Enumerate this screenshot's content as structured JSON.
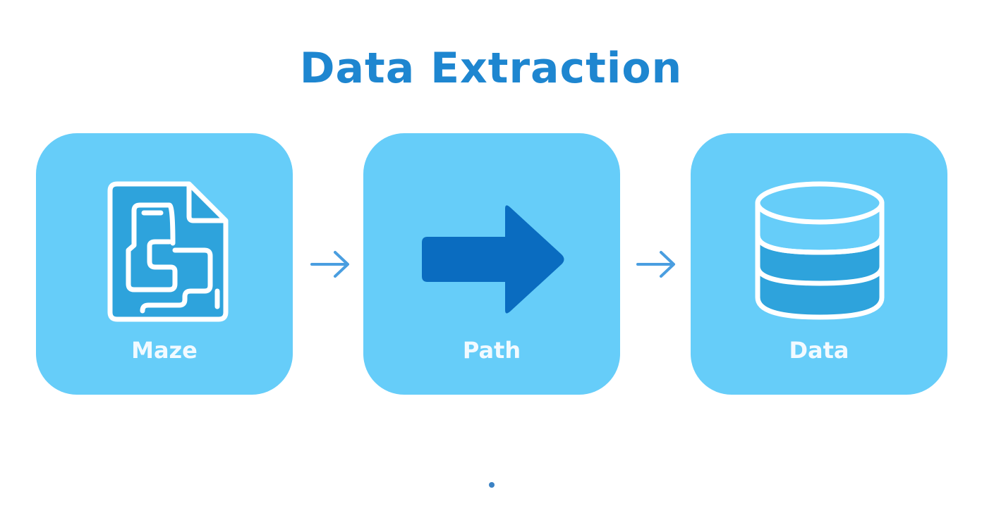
{
  "title": "Data Extraction",
  "steps": [
    {
      "label": "Maze",
      "icon": "maze-document-icon"
    },
    {
      "label": "Path",
      "icon": "right-arrow-icon"
    },
    {
      "label": "Data",
      "icon": "database-icon"
    }
  ],
  "connectors": [
    "arrow-right",
    "arrow-right"
  ],
  "colors": {
    "title": "#1e86d0",
    "card": "#66cdf9",
    "icon_fill": "#2ea3dc",
    "path_arrow": "#0a6cc0",
    "connector": "#4a9ee0",
    "label": "#f4fbff"
  }
}
